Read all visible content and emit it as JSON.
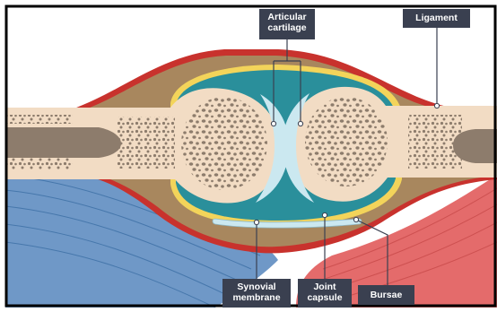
{
  "labels": {
    "articular_cartilage": {
      "line1": "Articular",
      "line2": "cartilage"
    },
    "ligament": "Ligament",
    "synovial_membrane": {
      "line1": "Synovial",
      "line2": "membrane"
    },
    "joint_capsule": {
      "line1": "Joint",
      "line2": "capsule"
    },
    "bursae": "Bursae"
  },
  "colors": {
    "outer_border": "#000000",
    "bone_outer": "#f2dcc4",
    "bone_inner": "#cbb59c",
    "marrow": "#8d7c6c",
    "ligament_red": "#c8322d",
    "capsule_brown": "#a8875e",
    "synovial_yellow": "#f3d45a",
    "fluid_teal": "#2a8f9b",
    "cartilage_light": "#cbe8f0",
    "muscle_blue": "#6f98c7",
    "muscle_red": "#e46b6b",
    "label_bg": "#3a4050",
    "leader_line": "#3a4050"
  }
}
